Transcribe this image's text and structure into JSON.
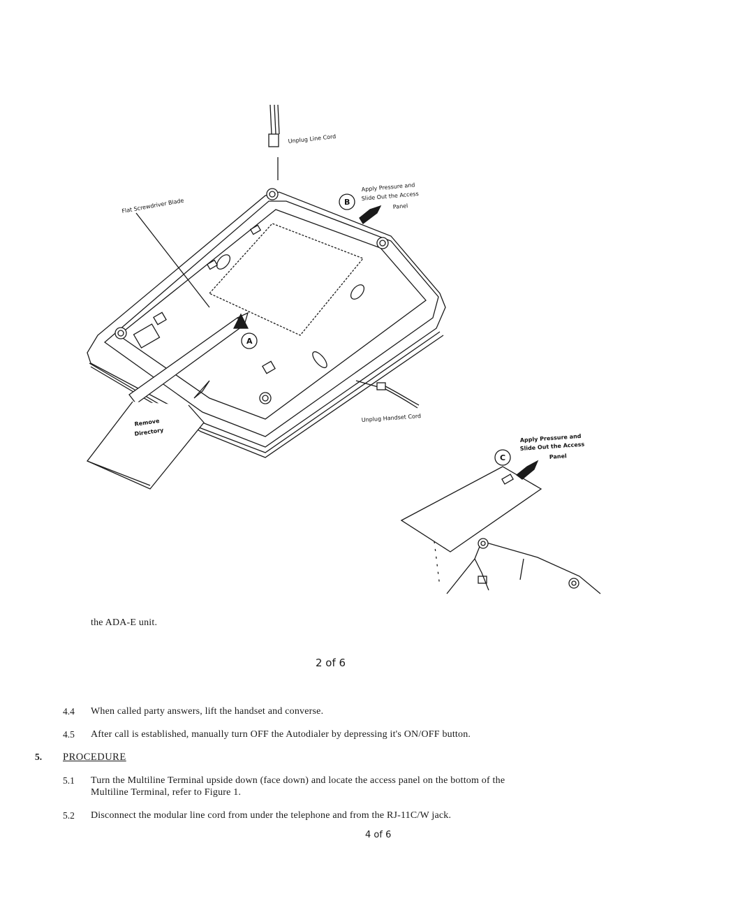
{
  "figure": {
    "labels": {
      "unplug_line_cord": "Unplug Line Cord",
      "flat_screwdriver": "Flat Screwdriver Blade",
      "apply_b_1": "Apply Pressure and",
      "apply_b_2": "Slide Out the Access",
      "apply_b_3": "Panel",
      "circle_b": "B",
      "circle_a": "A",
      "circle_c": "C",
      "unplug_handset": "Unplug Handset Cord",
      "remove_1": "Remove",
      "remove_2": "Directory",
      "apply_c_1": "Apply Pressure and",
      "apply_c_2": "Slide Out the Access",
      "apply_c_3": "Panel"
    }
  },
  "caption_fragment": "the ADA-E unit.",
  "page_number_top": "2 of 6",
  "steps_continued": [
    {
      "num": "4.4",
      "text": "When called party answers, lift the handset and converse."
    },
    {
      "num": "4.5",
      "text": "After call is established, manually turn OFF the Autodialer by depressing it's ON/OFF button."
    }
  ],
  "section": {
    "num": "5.",
    "title": "PROCEDURE"
  },
  "steps_procedure": [
    {
      "num": "5.1",
      "line1": "Turn the Multiline Terminal upside down (face down) and locate the access panel on the bottom of the",
      "line2": "Multiline Terminal, refer to Figure 1."
    },
    {
      "num": "5.2",
      "text": "Disconnect the modular line cord from under the telephone and from the RJ-11C/W jack."
    }
  ],
  "page_number_bottom": "4 of 6"
}
